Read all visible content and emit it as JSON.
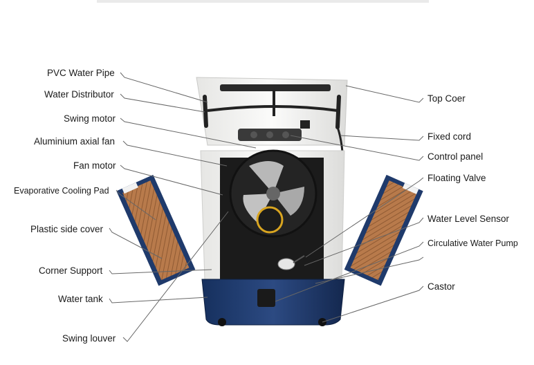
{
  "labels_left": [
    {
      "id": "pvc-water-pipe",
      "text": "PVC Water Pipe"
    },
    {
      "id": "water-distributor",
      "text": "Water Distributor"
    },
    {
      "id": "swing-motor",
      "text": "Swing motor"
    },
    {
      "id": "aluminium-axial-fan",
      "text": "Aluminium axial fan"
    },
    {
      "id": "fan-motor",
      "text": "Fan motor"
    },
    {
      "id": "evaporative-cooling-pad",
      "text": "Evaporative Cooling Pad"
    },
    {
      "id": "plastic-side-cover",
      "text": "Plastic side cover"
    },
    {
      "id": "corner-support",
      "text": "Corner Support"
    },
    {
      "id": "water-tank",
      "text": "Water tank"
    },
    {
      "id": "swing-louver",
      "text": "Swing louver"
    }
  ],
  "labels_right": [
    {
      "id": "top-coer",
      "text": "Top Coer"
    },
    {
      "id": "fixed-cord",
      "text": "Fixed cord"
    },
    {
      "id": "control-panel",
      "text": "Control panel"
    },
    {
      "id": "floating-valve",
      "text": "Floating Valve"
    },
    {
      "id": "water-level-sensor",
      "text": "Water Level Sensor"
    },
    {
      "id": "circulative-water-pump",
      "text": "Circulative Water Pump"
    },
    {
      "id": "castor",
      "text": "Castor"
    }
  ],
  "colors": {
    "body": "#f2f2f0",
    "tank": "#1f3a6b",
    "pad": "#b5784a",
    "frame": "#1f3a6b",
    "fan": "#2a2a2a",
    "leader": "#666666"
  }
}
